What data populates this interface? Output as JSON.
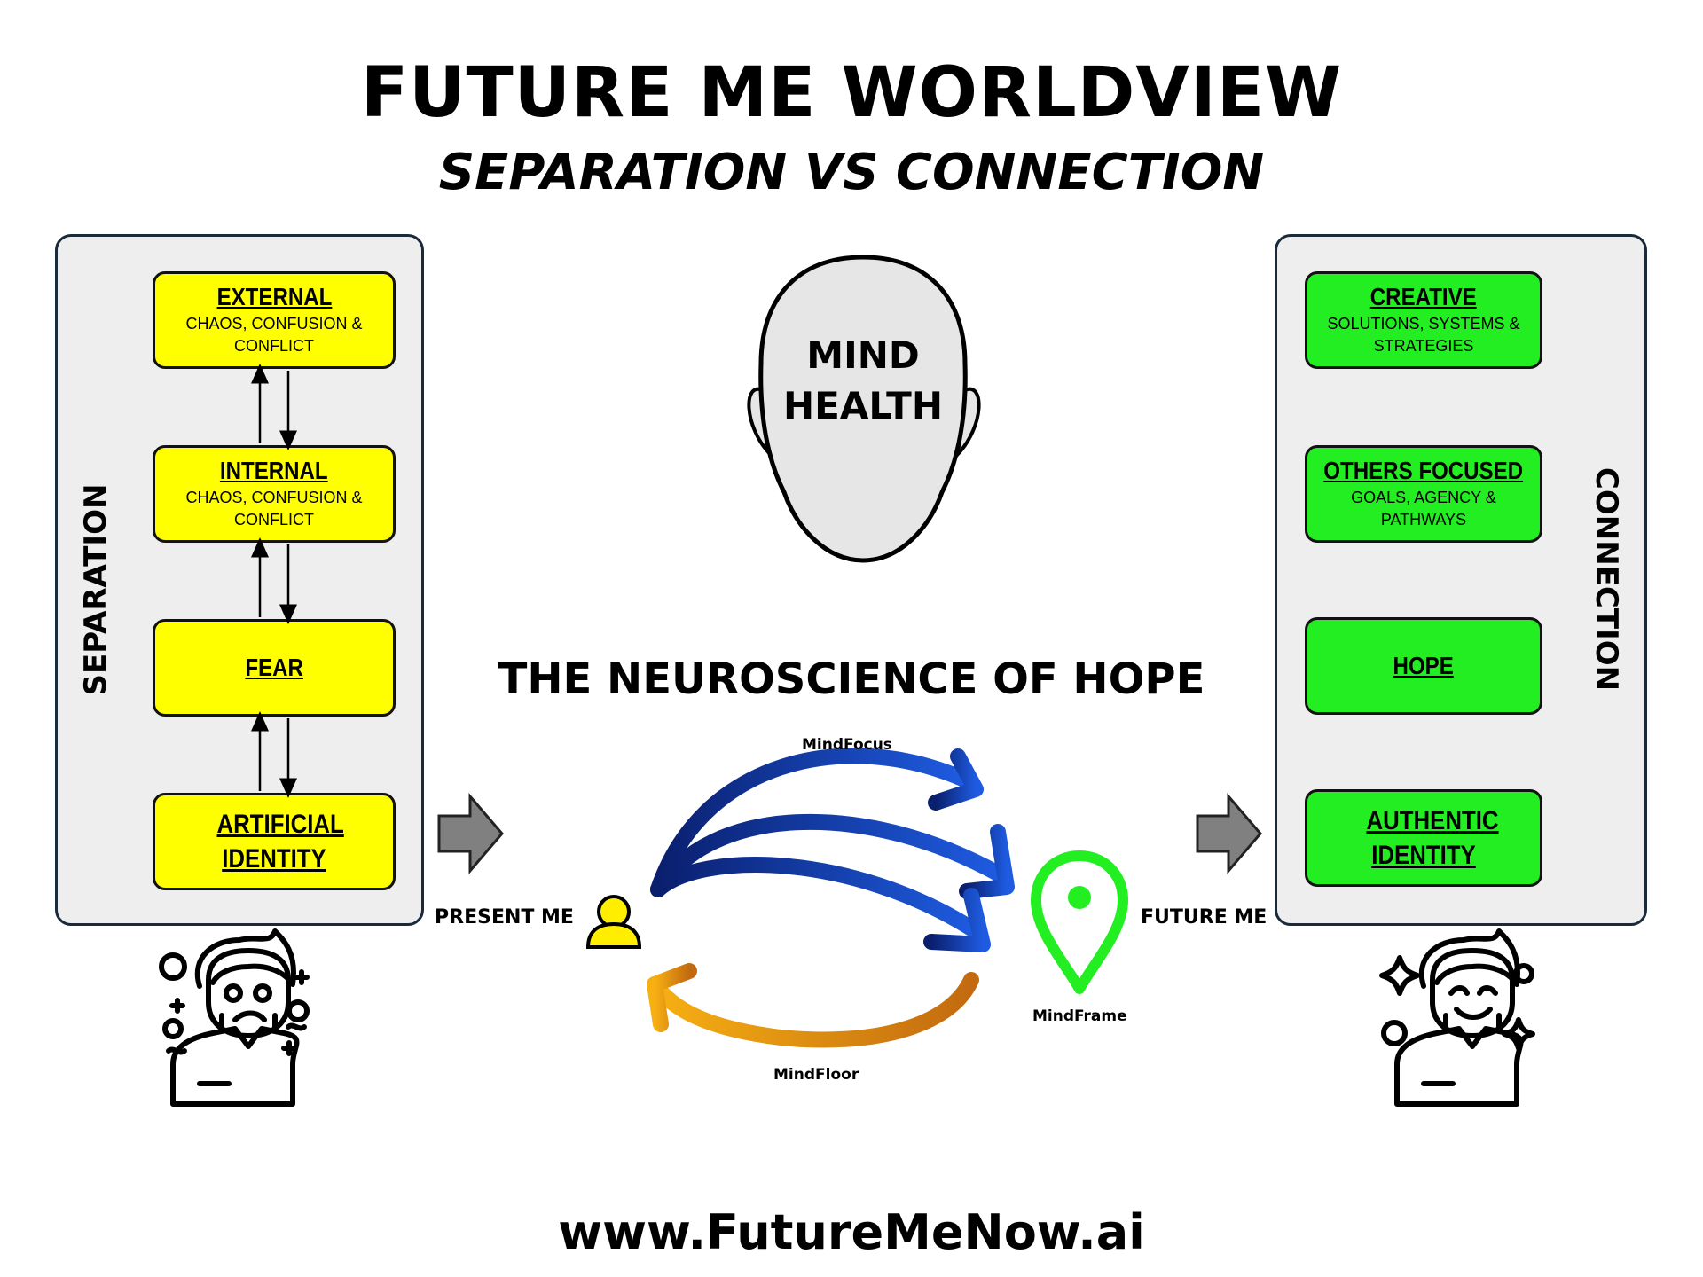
{
  "title": "FUTURE ME WORLDVIEW",
  "subtitle": "SEPARATION VS CONNECTION",
  "left_panel": {
    "side_label": "SEPARATION",
    "boxes": [
      {
        "title": "EXTERNAL",
        "subtitle": "CHAOS, CONFUSION & CONFLICT"
      },
      {
        "title": "INTERNAL",
        "subtitle": "CHAOS, CONFUSION & CONFLICT"
      },
      {
        "title": "FEAR",
        "subtitle": ""
      },
      {
        "title": "ARTIFICIAL IDENTITY",
        "subtitle": ""
      }
    ]
  },
  "right_panel": {
    "side_label": "CONNECTION",
    "boxes": [
      {
        "title": "CREATIVE",
        "subtitle": "SOLUTIONS, SYSTEMS & STRATEGIES"
      },
      {
        "title": "OTHERS FOCUSED",
        "subtitle": "GOALS, AGENCY & PATHWAYS"
      },
      {
        "title": "HOPE",
        "subtitle": ""
      },
      {
        "title": "AUTHENTIC IDENTITY",
        "subtitle": ""
      }
    ]
  },
  "head": {
    "line1": "MIND",
    "line2": "HEALTH"
  },
  "neuroscience_title": "THE NEUROSCIENCE OF HOPE",
  "labels": {
    "present_me": "PRESENT ME",
    "future_me": "FUTURE ME",
    "mind_focus": "MindFocus",
    "mind_frame": "MindFrame",
    "mind_floor": "MindFloor"
  },
  "footer_url": "www.FutureMeNow.ai",
  "colors": {
    "separation_box": "#ffff00",
    "connection_box": "#22ee22",
    "panel_bg": "#eeeeee",
    "blue_arrow_dark": "#0a1f6e",
    "blue_arrow_light": "#1e5be0",
    "orange_arrow": "#f2a20f",
    "pin_green": "#22ee22",
    "person_yellow": "#ffee00"
  },
  "icons": [
    "chevron-right-arrow-icon",
    "person-icon",
    "location-pin-icon",
    "sad-person-icon",
    "happy-person-icon"
  ]
}
